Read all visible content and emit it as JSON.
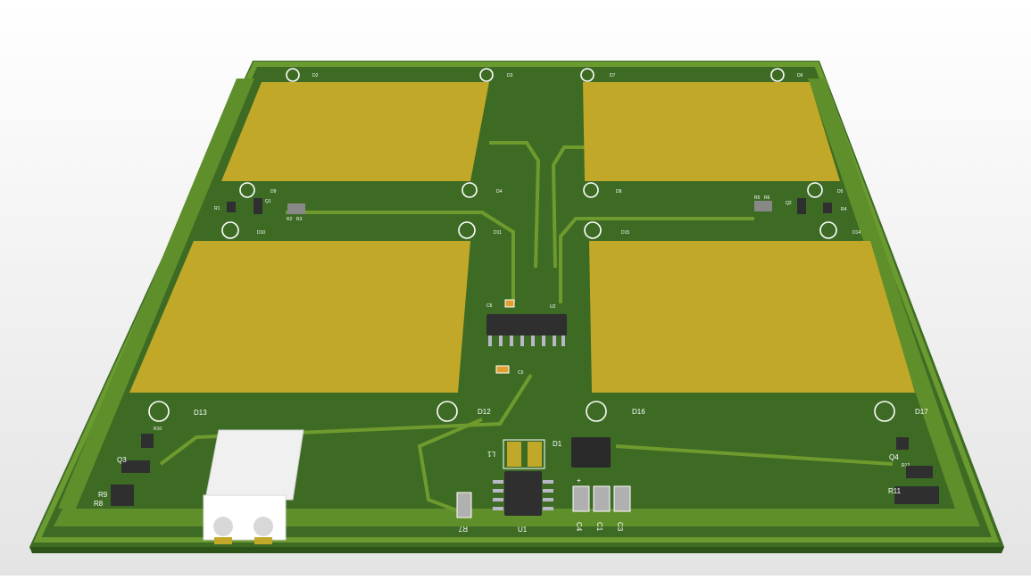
{
  "view": {
    "title": "PCB 3D view"
  },
  "colors": {
    "board": "#3d6b24",
    "board_light": "#5f8f2a",
    "copper": "#c2a828",
    "background": "#f2f2f2"
  },
  "labels": {
    "top_row": [
      "D2",
      "D3",
      "D7",
      "D6"
    ],
    "mid_row": [
      "D9",
      "D4",
      "D8",
      "D5"
    ],
    "row3": [
      "D10",
      "D11",
      "D15",
      "D14"
    ],
    "bottom_row": [
      "D13",
      "D12",
      "D16",
      "D17"
    ],
    "resistors": {
      "r1": "R1",
      "r2": "R2",
      "r3": "R3",
      "r4": "R4",
      "r5": "R5",
      "r6": "R6",
      "r7": "R7",
      "r8": "R8",
      "r9": "R9",
      "r10": "R10",
      "r11": "R11",
      "r12": "R12"
    },
    "transistors": {
      "q1": "Q1",
      "q2": "Q2",
      "q3": "Q3",
      "q4": "Q4"
    },
    "ics": {
      "u1": "U1",
      "u2": "U2"
    },
    "caps": {
      "c1": "C1",
      "c3": "C3",
      "c4": "C4",
      "c5": "C5",
      "c6": "C6"
    },
    "misc": {
      "l1": "L1",
      "d1": "D1",
      "plus": "+"
    }
  }
}
